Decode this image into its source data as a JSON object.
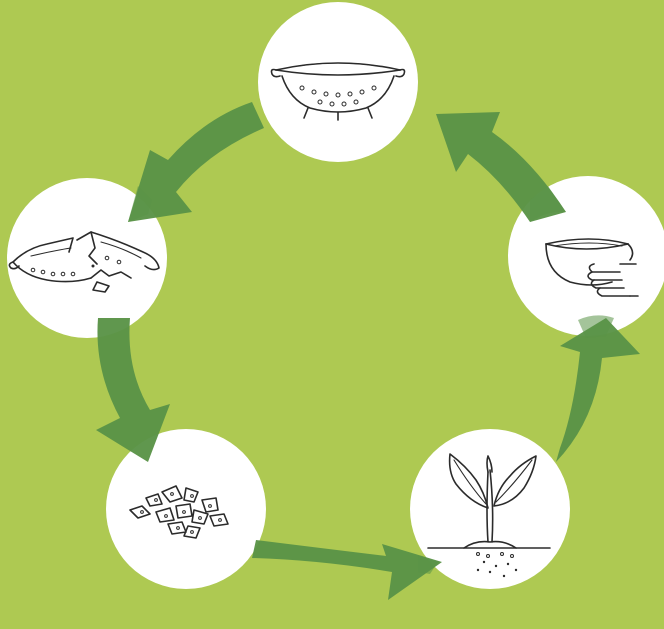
{
  "colors": {
    "background": "#aec952",
    "arrow": "#5a9347",
    "circle": "#ffffff",
    "ink": "#2b2b2b"
  },
  "cycle": {
    "direction": "clockwise",
    "stages": [
      {
        "id": "colander",
        "icon": "colander-icon"
      },
      {
        "id": "bowl-in-hand",
        "icon": "bowl-hand-icon"
      },
      {
        "id": "sprouting-plant",
        "icon": "sprout-icon"
      },
      {
        "id": "crushed-pieces",
        "icon": "crushed-pieces-icon"
      },
      {
        "id": "broken-colander",
        "icon": "broken-colander-icon"
      }
    ]
  }
}
